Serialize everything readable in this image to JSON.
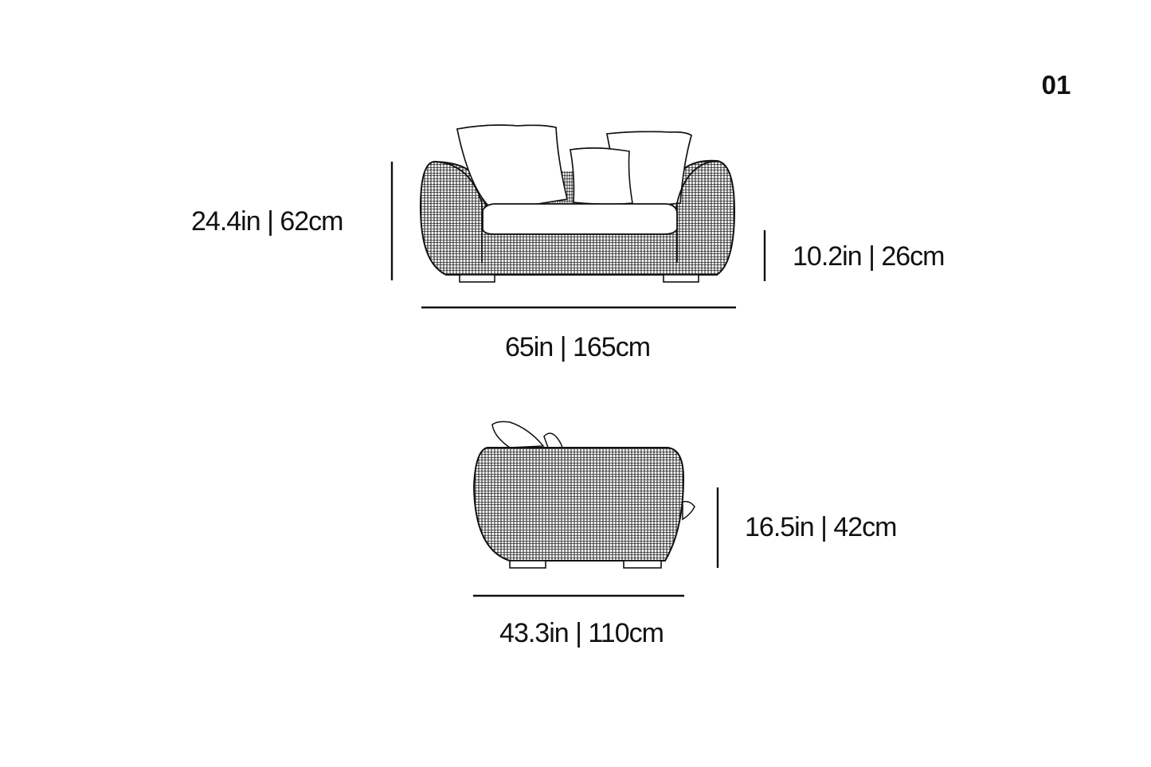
{
  "page": {
    "number": "01"
  },
  "front_view": {
    "overall_height": "24.4in | 62cm",
    "seat_height": "10.2in | 26cm",
    "width": "65in | 165cm"
  },
  "side_view": {
    "height": "16.5in | 42cm",
    "depth": "43.3in | 110cm"
  },
  "colors": {
    "line": "#111111",
    "background": "#ffffff"
  }
}
